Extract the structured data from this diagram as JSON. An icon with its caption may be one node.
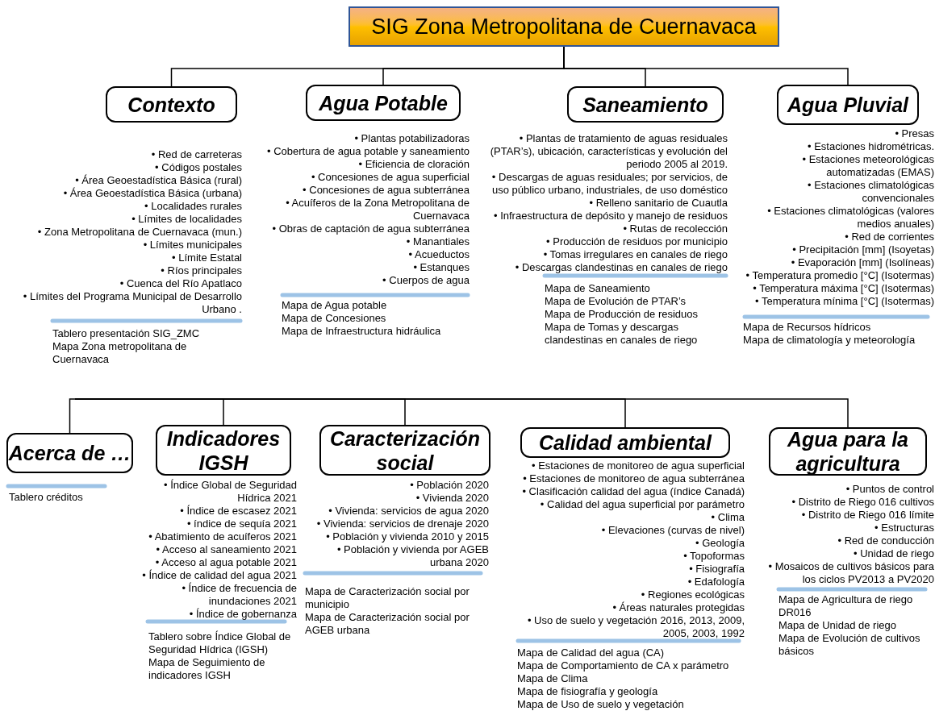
{
  "diagram": {
    "nodes": [
      {
        "text": [
          "SIG Zona Metropolitana de Cuernavaca"
        ]
      },
      {
        "text": [
          "Contexto"
        ],
        "beside": [
          "• Red de carreteras",
          "• Códigos postales",
          "• Área Geoestadística Básica (rural)",
          "• Área Geoestadística Básica (urbana)",
          "• Localidades rurales",
          "• Límites de localidades",
          "• Zona Metropolitana de Cuernavaca (mun.)",
          "• Límites municipales",
          "• Límite Estatal",
          "• Ríos principales",
          "• Cuenca del Río Apatlaco",
          "• Límites del Programa Municipal de Desarrollo Urbano ."
        ]
      },
      {
        "text": [
          "Agua Potable"
        ],
        "beside": [
          "• Plantas potabilizadoras",
          "• Cobertura de agua potable y saneamiento",
          "• Eficiencia de cloración",
          "• Concesiones de agua superficial",
          "• Concesiones de agua subterránea",
          "• Acuíferos de la Zona Metropolitana de Cuernavaca",
          "• Obras de captación de agua subterránea",
          "• Manantiales",
          "• Acueductos",
          "• Estanques",
          "• Cuerpos de agua"
        ]
      },
      {
        "text": [
          "Saneamiento"
        ],
        "beside": [
          "• Plantas de tratamiento de aguas residuales (PTAR’s), ubicación, características y evolución del periodo 2005 al 2019.",
          "• Descargas de aguas residuales; por servicios, de uso público urbano, industriales, de uso doméstico",
          "• Relleno sanitario de Cuautla",
          "• Infraestructura de depósito y manejo de residuos",
          "• Rutas de recolección",
          "• Producción de residuos por municipio",
          "• Tomas irregulares en canales de riego",
          "• Descargas clandestinas en canales de riego"
        ]
      },
      {
        "text": [
          "Agua Pluvial"
        ],
        "beside": [
          "• Presas",
          "• Estaciones hidrométricas.",
          "• Estaciones meteorológicas automatizadas (EMAS)",
          "• Estaciones climatológicas convencionales",
          "• Estaciones climatológicas (valores medios anuales)",
          "• Red de corrientes",
          "• Precipitación [mm] (Isoyetas)",
          "• Evaporación [mm] (Isolíneas)",
          "• Temperatura promedio [°C] (Isotermas)",
          "• Temperatura máxima [°C] (Isotermas)",
          "• Temperatura mínima [°C] (Isotermas)"
        ]
      },
      {
        "text": [
          "Acerca de …"
        ]
      },
      {
        "text": [
          "Indicadores IGSH"
        ],
        "beside": [
          "• Índice Global de Seguridad Hídrica 2021",
          "• Índice de escasez 2021",
          "• índice de sequía 2021",
          "• Abatimiento de acuíferos 2021",
          "• Acceso al saneamiento 2021",
          "• Acceso al agua potable 2021",
          "• Índice de calidad del agua 2021",
          "• Índice de frecuencia de inundaciones 2021",
          "• Índice de gobernanza"
        ]
      },
      {
        "text": [
          "Caracterización social"
        ],
        "beside": [
          "• Población 2020",
          "• Vivienda 2020",
          "• Vivienda: servicios de agua 2020",
          "• Vivienda: servicios de drenaje 2020",
          "• Población y vivienda 2010 y 2015",
          "• Población y vivienda por AGEB urbana 2020"
        ]
      },
      {
        "text": [
          "Calidad ambiental"
        ],
        "beside": [
          "• Estaciones de monitoreo de agua superficial",
          "• Estaciones de monitoreo de agua subterránea",
          "• Clasificación calidad del agua (índice Canadá)",
          "• Calidad del agua superficial por parámetro",
          "• Clima",
          "• Elevaciones (curvas de nivel)",
          "• Geología",
          "• Topoformas",
          "• Fisiografía",
          "• Edafología",
          "• Regiones ecológicas",
          "• Áreas naturales protegidas",
          "• Uso de suelo y vegetación 2016, 2013, 2009, 2005, 2003, 1992"
        ]
      },
      {
        "text": [
          "Agua para la agricultura"
        ],
        "beside": [
          "• Puntos de control",
          "• Distrito de Riego 016 cultivos",
          "• Distrito de Riego 016 límite",
          "• Estructuras",
          "• Red de conducción",
          "• Unidad de riego",
          "• Mosaicos de cultivos básicos para los ciclos PV2013 a PV2020"
        ]
      }
    ],
    "edges": [
      {
        "from": 0,
        "to": 1,
        "arrow": "none"
      },
      {
        "from": 0,
        "to": 2,
        "arrow": "none"
      },
      {
        "from": 0,
        "to": 3,
        "arrow": "none"
      },
      {
        "from": 0,
        "to": 4,
        "arrow": "none"
      },
      {
        "from": null,
        "to": 5,
        "arrow": "none"
      },
      {
        "from": null,
        "to": 6,
        "arrow": "none"
      },
      {
        "from": null,
        "to": 7,
        "arrow": "none"
      },
      {
        "from": null,
        "to": 8,
        "arrow": "none"
      },
      {
        "from": null,
        "to": 9,
        "arrow": "none"
      }
    ],
    "labels": [
      "Tablero presentación SIG_ZMC",
      "Mapa Zona metropolitana de Cuernavaca",
      "Mapa de Agua potable",
      "Mapa de Concesiones",
      "Mapa de Infraestructura hidráulica",
      "Mapa de Saneamiento",
      "Mapa de Evolución de PTAR’s",
      "Mapa de Producción de residuos",
      "Mapa de Tomas y descargas clandestinas en canales de riego",
      "Mapa de Recursos hídricos",
      "Mapa de climatología y meteorología",
      "Tablero créditos",
      "Tablero sobre Índice Global de Seguridad Hídrica (IGSH)",
      "Mapa de Seguimiento de indicadores IGSH",
      "Mapa de Caracterización social por municipio",
      "Mapa de Caracterización social por AGEB urbana",
      "Mapa de Calidad del agua (CA)",
      "Mapa de Comportamiento de CA x parámetro",
      "Mapa de Clima",
      "Mapa de fisiografía y geología",
      "Mapa de Uso de suelo y vegetación",
      "Mapa de Agricultura de riego DR016",
      "Mapa de Unidad de riego",
      "Mapa de Evolución de cultivos básicos"
    ]
  }
}
